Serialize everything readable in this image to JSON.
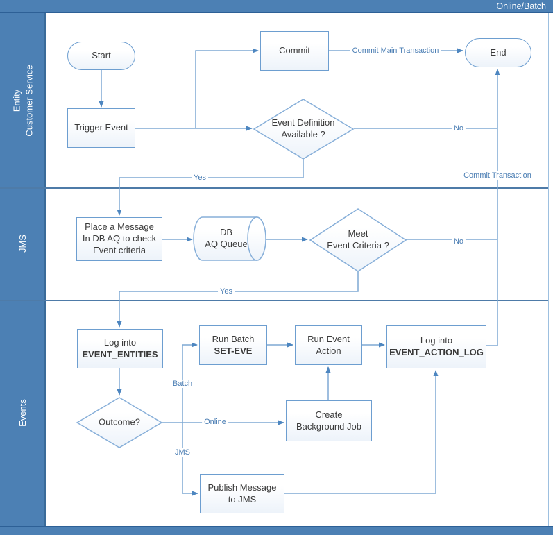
{
  "title": "Online/Batch",
  "lanes": [
    {
      "label": "Entity\nCustomer Service"
    },
    {
      "label": "JMS"
    },
    {
      "label": "Events"
    }
  ],
  "nodes": {
    "start": {
      "label": "Start"
    },
    "trigger_event": {
      "label": "Trigger Event"
    },
    "commit": {
      "label": "Commit"
    },
    "end": {
      "label": "End"
    },
    "event_definition": {
      "label": "Event Definition\nAvailable ?"
    },
    "place_message": {
      "label": "Place a Message\nIn DB AQ to check\nEvent criteria"
    },
    "db_aq_queue": {
      "label": "DB\nAQ Queue"
    },
    "meet_criteria": {
      "label": "Meet\nEvent Criteria ?"
    },
    "log_event_entities": {
      "line1": "Log into",
      "line2": "EVENT_ENTITIES"
    },
    "outcome": {
      "label": "Outcome?"
    },
    "run_batch": {
      "line1": "Run Batch",
      "line2": "SET-EVE"
    },
    "run_event_action": {
      "line1": "Run Event",
      "line2": "Action"
    },
    "log_event_action_log": {
      "line1": "Log into",
      "line2": "EVENT_ACTION_LOG"
    },
    "create_background_job": {
      "label": "Create\nBackground Job"
    },
    "publish_message": {
      "label": "Publish Message\nto JMS"
    }
  },
  "edge_labels": {
    "commit_main_transaction": "Commit Main Transaction",
    "commit_transaction": "Commit Transaction",
    "no_event_definition": "No",
    "yes_event_definition": "Yes",
    "no_meet_criteria": "No",
    "yes_meet_criteria": "Yes",
    "batch": "Batch",
    "online": "Online",
    "jms": "JMS"
  },
  "colors": {
    "lane_fill": "#4c80b4",
    "lane_border": "#2d6096",
    "connector": "#7fa9d4",
    "connector_label": "#4a7db3",
    "shape_border": "#6d9ed0",
    "shape_text": "#3a3a3a"
  }
}
